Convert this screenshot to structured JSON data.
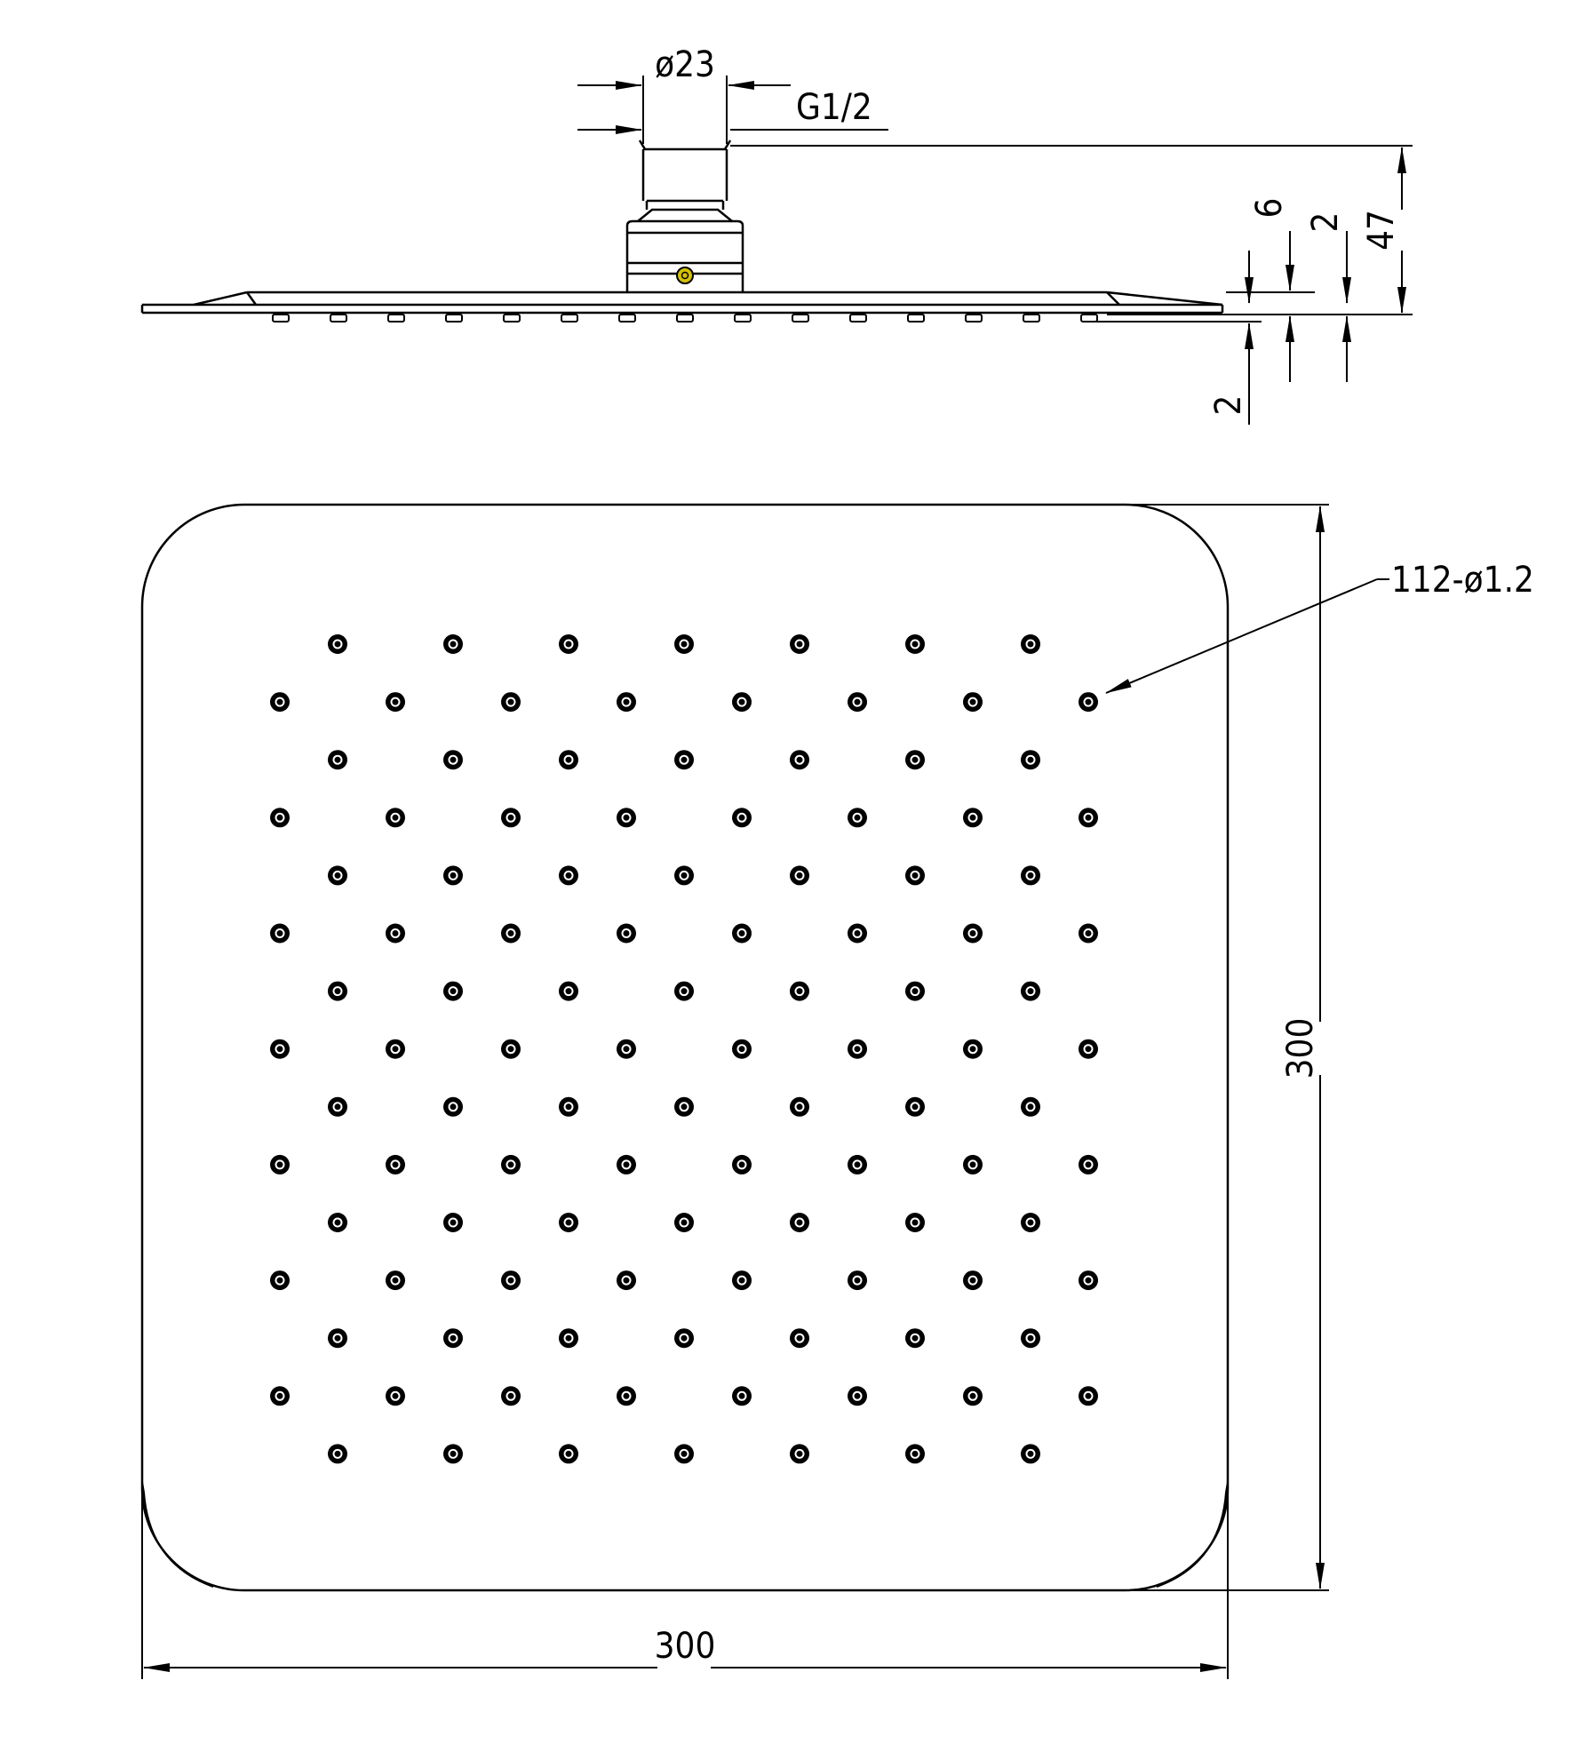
{
  "side_view": {
    "label_inlet_diameter": "ø23",
    "label_thread": "G1/2",
    "label_total_height": "47",
    "label_head_height": "6",
    "label_plate_thickness_top": "2",
    "label_nozzle_height": "2",
    "nozzle_count_visible": 15
  },
  "top_view": {
    "label_nozzles": "112-ø1.2",
    "label_width": "300",
    "label_height": "300",
    "nozzle_rows": 15,
    "nozzles_per_odd_row": 7,
    "nozzles_per_even_row": 8
  },
  "colors": {
    "line": "#000000",
    "screw_accent": "#d4c000",
    "background": "#ffffff"
  }
}
